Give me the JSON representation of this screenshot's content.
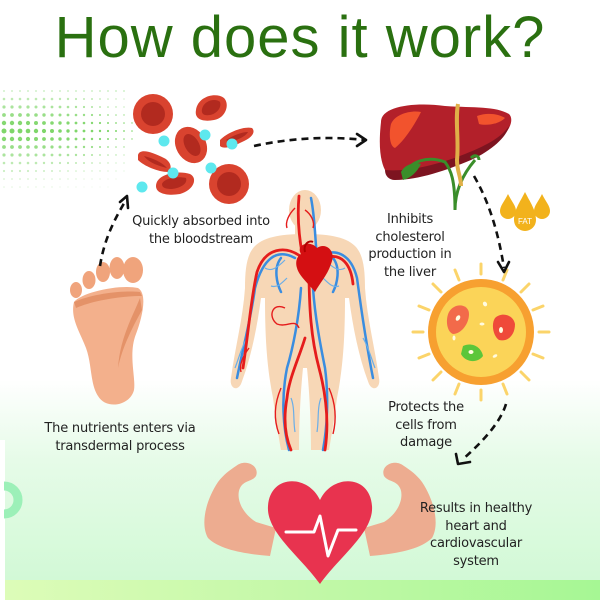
{
  "title": "How does it work?",
  "colors": {
    "title_green": "#2a7010",
    "blood_red": "#d9432f",
    "blood_dark": "#b22a1f",
    "nutrient_cyan": "#5ee8ee",
    "liver_red": "#b3202a",
    "fat_yellow": "#f2b21c",
    "cell_orange": "#f7a030",
    "heart_red": "#e8334f",
    "skin": "#f2c4a0",
    "artery_red": "#e51c1c",
    "vein_blue": "#3a8de0"
  },
  "steps": [
    {
      "id": "skin",
      "icon": "foot-icon",
      "caption": "The nutrients enters via transdermal process"
    },
    {
      "id": "blood",
      "icon": "blood-cells-icon",
      "caption": "Quickly absorbed into the bloodstream"
    },
    {
      "id": "liver",
      "icon": "liver-icon",
      "caption": "Inhibits cholesterol production in the liver"
    },
    {
      "id": "cells",
      "icon": "cell-icon",
      "caption": "Protects the cells from damage"
    },
    {
      "id": "heart",
      "icon": "strong-heart-icon",
      "caption": "Results in healthy heart and cardiovascular system"
    }
  ],
  "fat_label": "FAT",
  "center_figure": "circulatory-system-body"
}
